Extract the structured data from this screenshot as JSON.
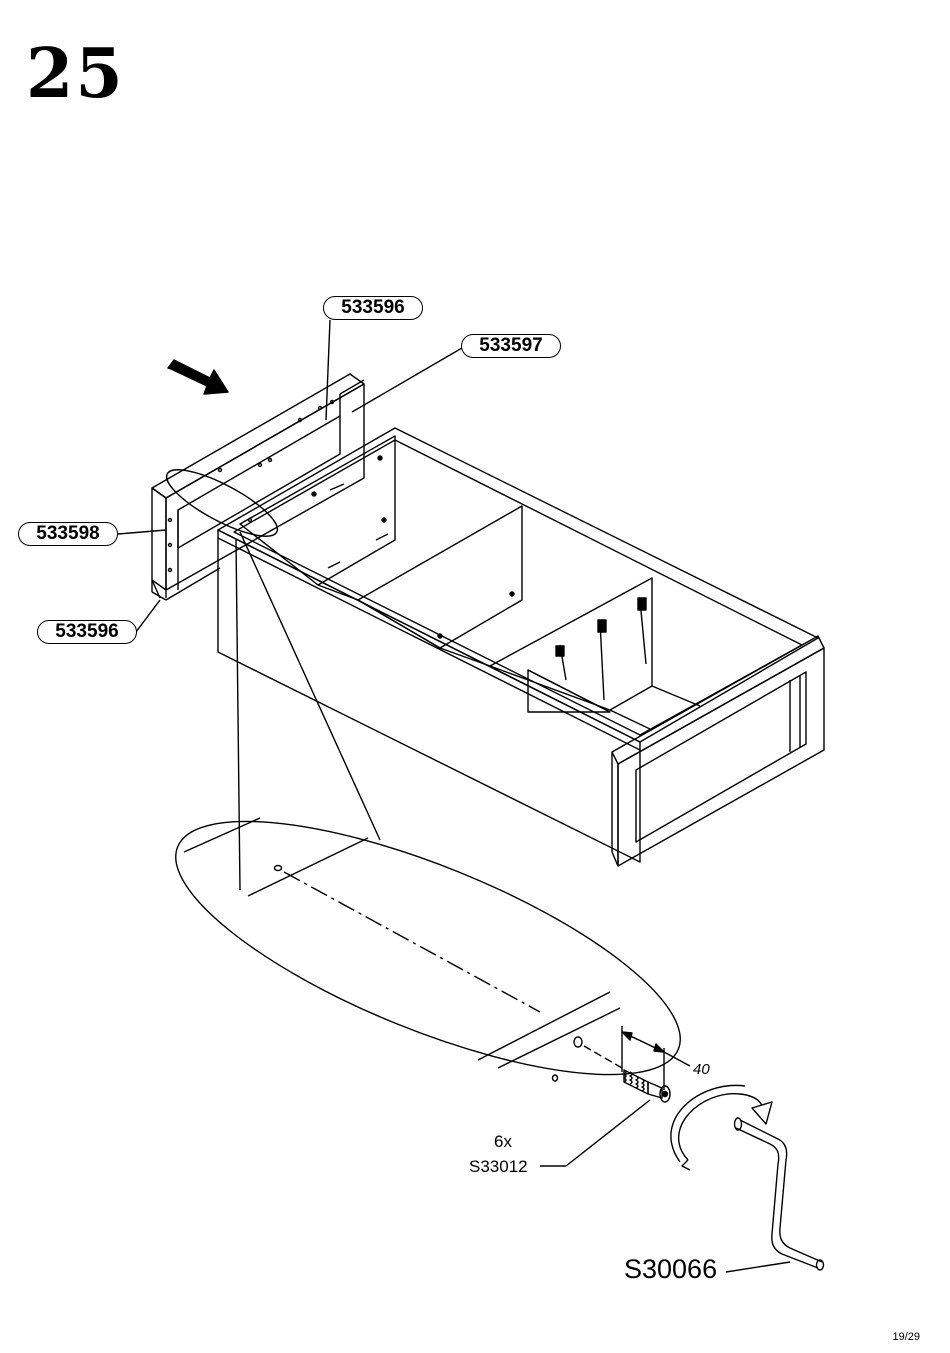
{
  "step": {
    "number": "25"
  },
  "parts": {
    "top_frame_label": "533596",
    "side_label": "533597",
    "rail_label": "533598",
    "bottom_frame_label": "533596"
  },
  "hardware": {
    "quantity": "6x",
    "screw_code": "S33012",
    "dimension": "40",
    "tool_code": "S30066"
  },
  "footer": {
    "page": "19/29"
  }
}
